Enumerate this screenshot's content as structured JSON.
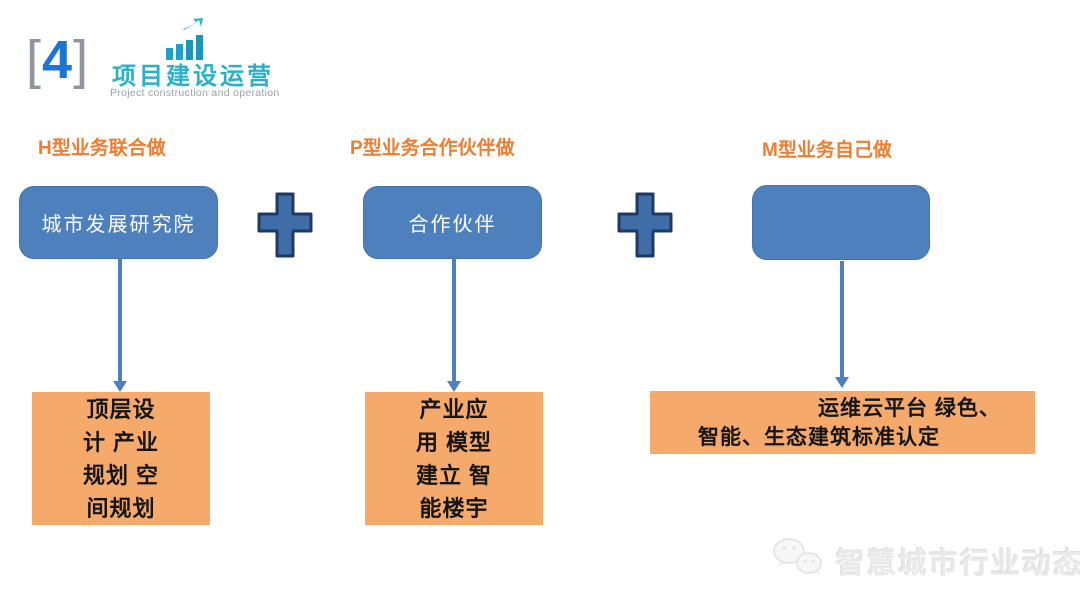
{
  "header": {
    "bracket_open": "[",
    "number": "4",
    "bracket_close": "]",
    "title": "项目建设运营",
    "subtitle": "Project construction and operation",
    "icon": "bar-chart-growth-icon"
  },
  "columns": [
    {
      "heading": "H型业务联合做",
      "box_label": "城市发展研究院",
      "result_lines": [
        "顶层设",
        "计 产业",
        "规划 空",
        "间规划"
      ]
    },
    {
      "heading": "P型业务合作伙伴做",
      "box_label": "合作伙伴",
      "result_lines": [
        "产业应",
        "用 模型",
        "建立 智",
        "能楼宇"
      ]
    },
    {
      "heading": "M型业务自己做",
      "box_label": "",
      "result_lines": [
        "运维云平台 绿色、",
        "智能、生态建筑标准认定"
      ]
    }
  ],
  "operators": [
    "+",
    "+"
  ],
  "watermark": {
    "text": "智慧城市行业动态",
    "icon": "wechat-icon"
  },
  "colors": {
    "accent_blue_box": "#4d80bc",
    "accent_plus_fill": "#3e6da8",
    "accent_plus_stroke": "#1f3864",
    "heading_orange": "#ed7d31",
    "result_orange": "#f5a96b",
    "title_teal": "#2bb1c7",
    "number_blue": "#1b74d6",
    "bracket_gray": "#8f969e"
  }
}
